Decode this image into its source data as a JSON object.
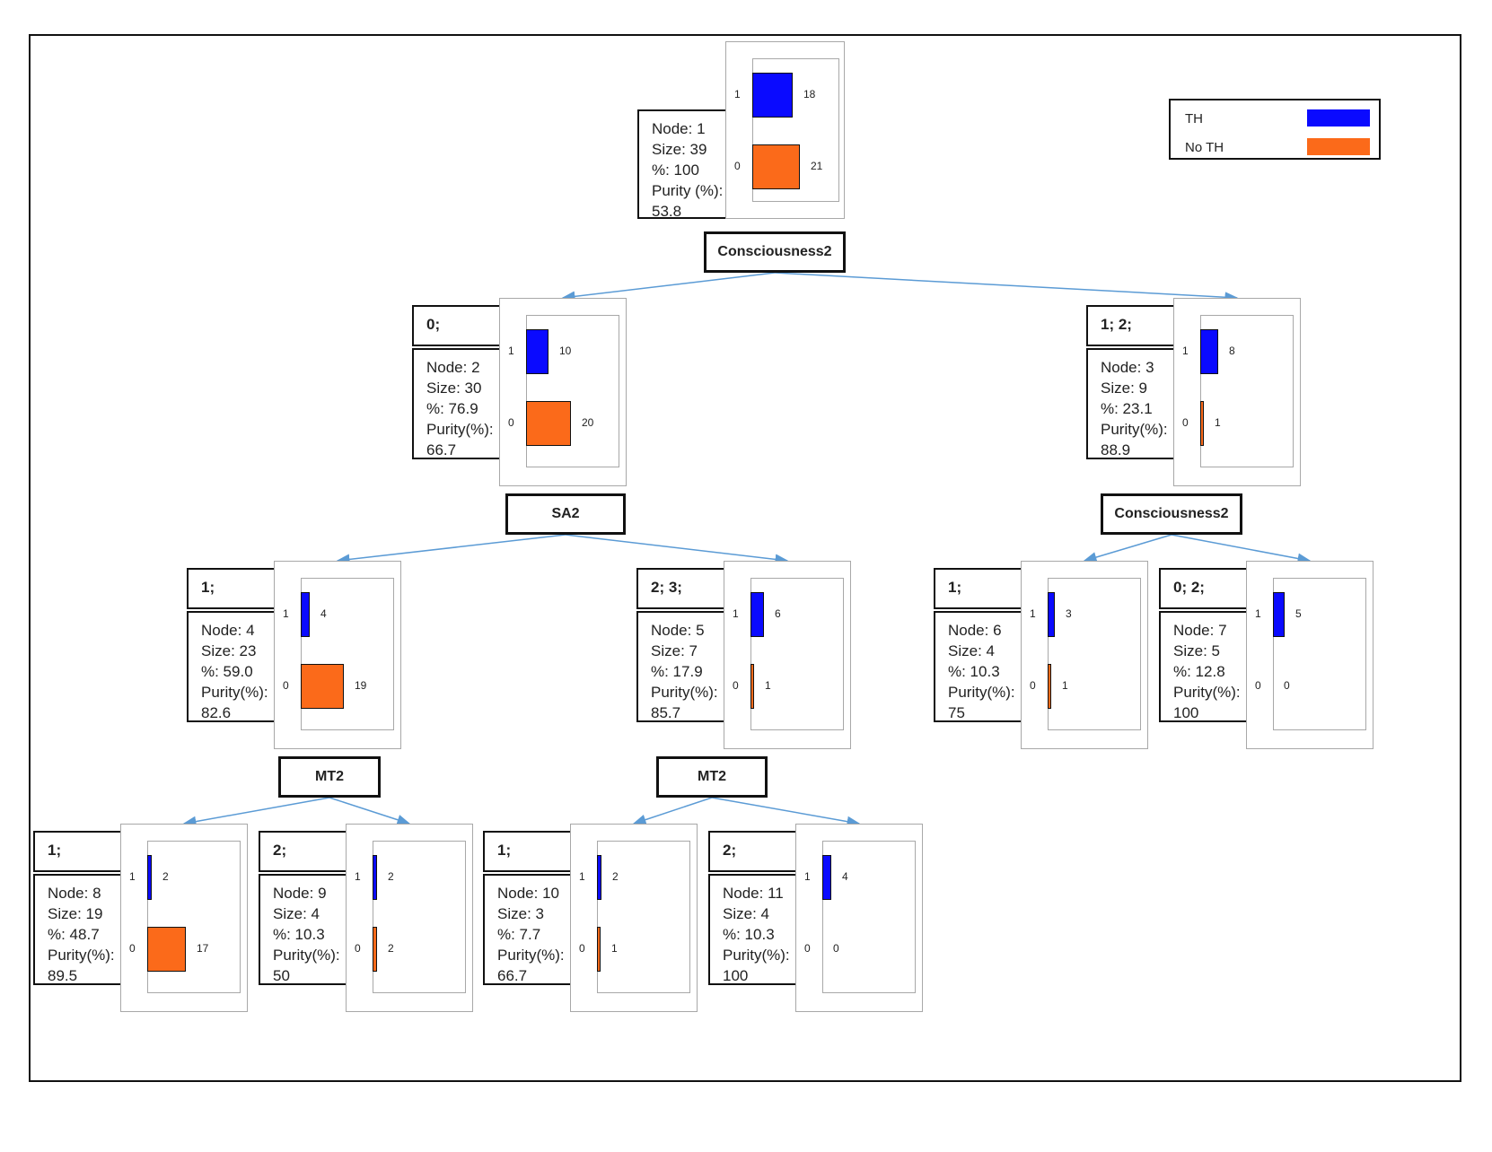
{
  "legend": [
    {
      "label": "TH",
      "color": "#0a0aff"
    },
    {
      "label": "No TH",
      "color": "#fb6a1a"
    }
  ],
  "colors": {
    "th": "#0a0aff",
    "no_th": "#fb6a1a",
    "edge": "#5b9bd5"
  },
  "bar_scale_max": 21,
  "nodes": [
    {
      "id": 1,
      "condition": "",
      "lines": [
        "Node: 1",
        "Size: 39",
        "%: 100",
        "Purity (%):",
        "53.8"
      ],
      "cat_labels": [
        "1",
        "0"
      ],
      "values": [
        18,
        21
      ]
    },
    {
      "id": 2,
      "condition": "0;",
      "lines": [
        "Node: 2",
        "Size: 30",
        "%: 76.9",
        "Purity(%):",
        "66.7"
      ],
      "cat_labels": [
        "1",
        "0"
      ],
      "values": [
        10,
        20
      ]
    },
    {
      "id": 3,
      "condition": "1; 2;",
      "lines": [
        "Node: 3",
        "Size: 9",
        "%: 23.1",
        "Purity(%):",
        "88.9"
      ],
      "cat_labels": [
        "1",
        "0"
      ],
      "values": [
        8,
        1
      ]
    },
    {
      "id": 4,
      "condition": "1;",
      "lines": [
        "Node: 4",
        "Size: 23",
        "%: 59.0",
        "Purity(%):",
        "82.6"
      ],
      "cat_labels": [
        "1",
        "0"
      ],
      "values": [
        4,
        19
      ]
    },
    {
      "id": 5,
      "condition": "2; 3;",
      "lines": [
        "Node: 5",
        "Size: 7",
        "%: 17.9",
        "Purity(%):",
        "85.7"
      ],
      "cat_labels": [
        "1",
        "0"
      ],
      "values": [
        6,
        1
      ]
    },
    {
      "id": 6,
      "condition": "1;",
      "lines": [
        "Node: 6",
        "Size: 4",
        "%: 10.3",
        "Purity(%):",
        "75"
      ],
      "cat_labels": [
        "1",
        "0"
      ],
      "values": [
        3,
        1
      ]
    },
    {
      "id": 7,
      "condition": "0; 2;",
      "lines": [
        "Node: 7",
        "Size: 5",
        "%: 12.8",
        "Purity(%):",
        "100"
      ],
      "cat_labels": [
        "1",
        "0"
      ],
      "values": [
        5,
        0
      ]
    },
    {
      "id": 8,
      "condition": "1;",
      "lines": [
        "Node: 8",
        "Size: 19",
        "%: 48.7",
        "Purity(%):",
        "89.5"
      ],
      "cat_labels": [
        "1",
        "0"
      ],
      "values": [
        2,
        17
      ]
    },
    {
      "id": 9,
      "condition": "2;",
      "lines": [
        "Node: 9",
        "Size: 4",
        "%: 10.3",
        "Purity(%):",
        "50"
      ],
      "cat_labels": [
        "1",
        "0"
      ],
      "values": [
        2,
        2
      ]
    },
    {
      "id": 10,
      "condition": "1;",
      "lines": [
        "Node: 10",
        "Size: 3",
        "%: 7.7",
        "Purity(%):",
        "66.7"
      ],
      "cat_labels": [
        "1",
        "0"
      ],
      "values": [
        2,
        1
      ]
    },
    {
      "id": 11,
      "condition": "2;",
      "lines": [
        "Node: 11",
        "Size: 4",
        "%: 10.3",
        "Purity(%):",
        "100"
      ],
      "cat_labels": [
        "1",
        "0"
      ],
      "values": [
        4,
        0
      ]
    }
  ],
  "splits": [
    {
      "from": 1,
      "label": "Consciousness2",
      "children": [
        2,
        3
      ]
    },
    {
      "from": 2,
      "label": "SA2",
      "children": [
        4,
        5
      ]
    },
    {
      "from": 3,
      "label": "Consciousness2",
      "children": [
        6,
        7
      ]
    },
    {
      "from": 4,
      "label": "MT2",
      "children": [
        8,
        9
      ]
    },
    {
      "from": 5,
      "label": "MT2",
      "children": [
        10,
        11
      ]
    }
  ]
}
